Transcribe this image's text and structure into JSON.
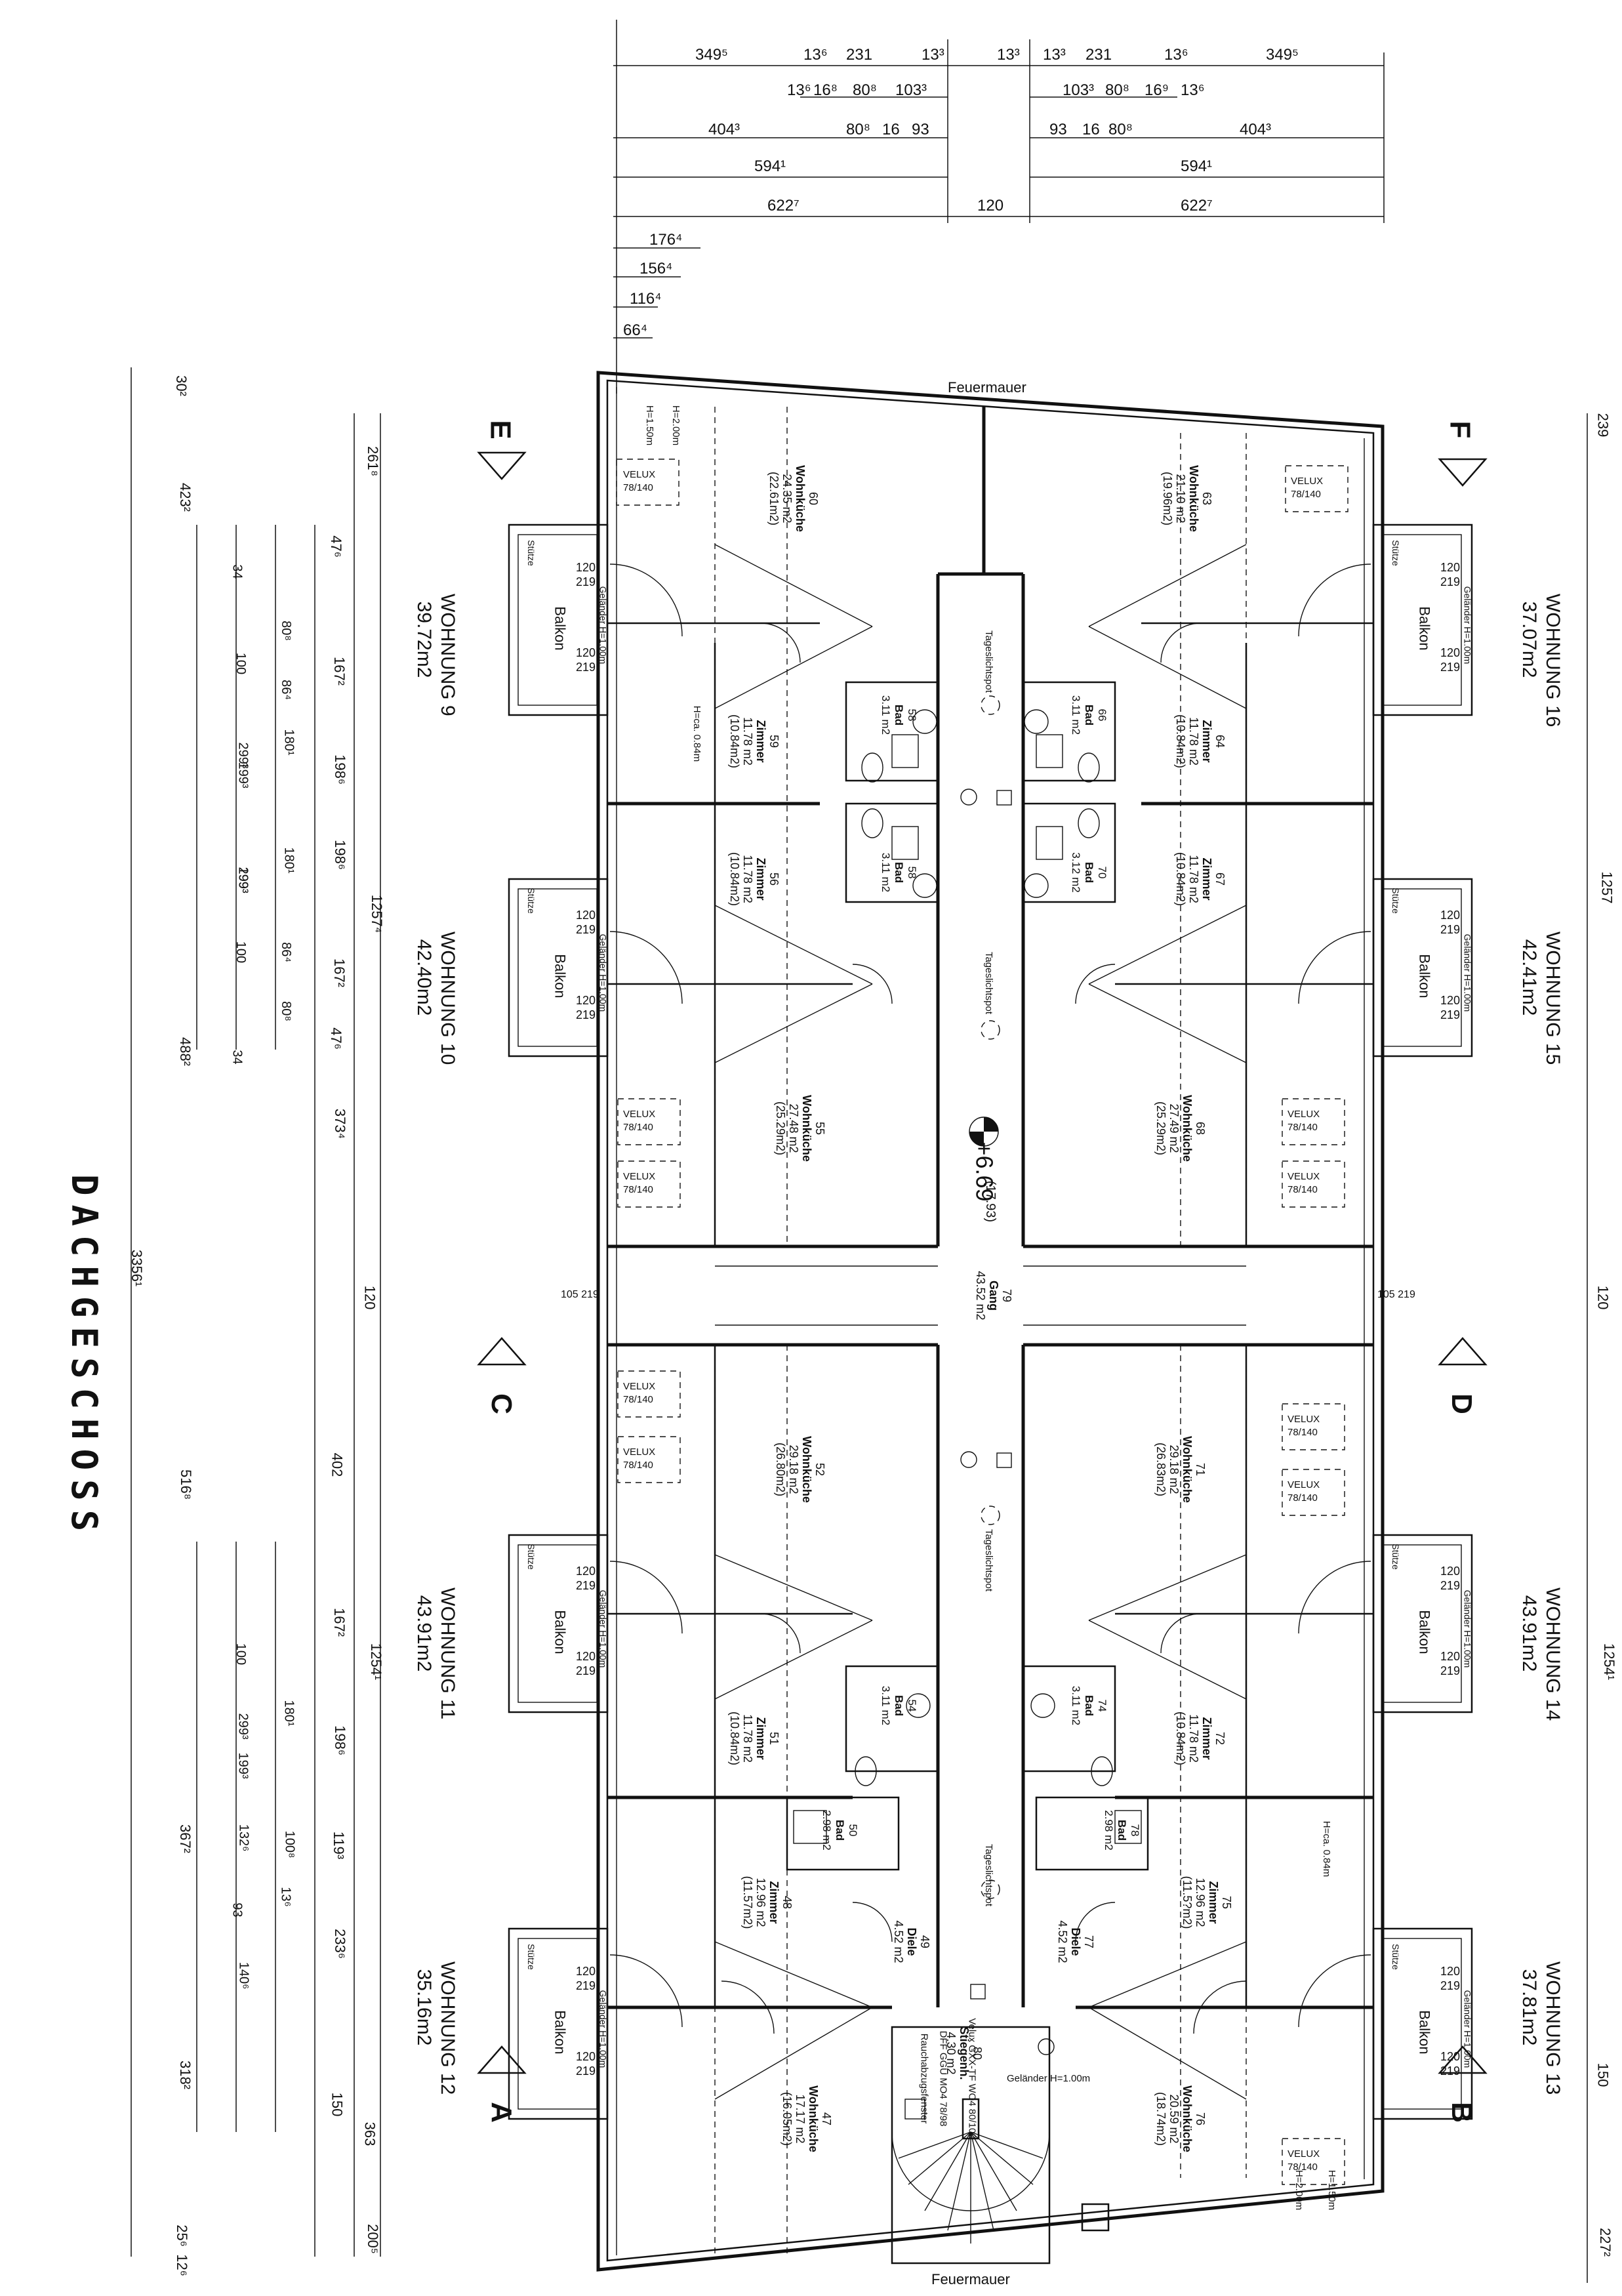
{
  "title": "DACHGESCHOSS",
  "fire_walls": {
    "top": "Feuermauer",
    "bottom": "Feuermauer"
  },
  "section_markers": [
    "E",
    "F",
    "C",
    "D",
    "A",
    "B"
  ],
  "level": {
    "value": "+6.69",
    "note": "(17.93)"
  },
  "apartments": [
    {
      "label": "WOHNUNG 9",
      "area": "39.72m2"
    },
    {
      "label": "WOHNUNG 10",
      "area": "42.40m2"
    },
    {
      "label": "WOHNUNG 11",
      "area": "43.91m2"
    },
    {
      "label": "WOHNUNG 12",
      "area": "35.16m2"
    },
    {
      "label": "WOHNUNG 13",
      "area": "37.81m2"
    },
    {
      "label": "WOHNUNG 14",
      "area": "43.91m2"
    },
    {
      "label": "WOHNUNG 15",
      "area": "42.41m2"
    },
    {
      "label": "WOHNUNG 16",
      "area": "37.07m2"
    }
  ],
  "rooms": {
    "r60": {
      "num": "60",
      "name": "Wohnküche",
      "area": "24.35 m2",
      "net": "(22.61m2)"
    },
    "r63": {
      "num": "63",
      "name": "Wohnküche",
      "area": "21.10 m2",
      "net": "(19.96m2)"
    },
    "r59": {
      "num": "59",
      "name": "Zimmer",
      "area": "11.78 m2",
      "net": "(10.84m2)"
    },
    "r64": {
      "num": "64",
      "name": "Zimmer",
      "area": "11.78 m2",
      "net": "(10.84m2)"
    },
    "r56": {
      "num": "56",
      "name": "Zimmer",
      "area": "11.78 m2",
      "net": "(10.84m2)"
    },
    "r67": {
      "num": "67",
      "name": "Zimmer",
      "area": "11.78 m2",
      "net": "(10.84m2)"
    },
    "r55": {
      "num": "55",
      "name": "Wohnküche",
      "area": "27.48 m2",
      "net": "(25.29m2)"
    },
    "r68": {
      "num": "68",
      "name": "Wohnküche",
      "area": "27.49 m2",
      "net": "(25.29m2)"
    },
    "r79": {
      "num": "79",
      "name": "Gang",
      "area": "43.52 m2"
    },
    "r52": {
      "num": "52",
      "name": "Wohnküche",
      "area": "29.18 m2",
      "net": "(26.80m2)"
    },
    "r71": {
      "num": "71",
      "name": "Wohnküche",
      "area": "29.18 m2",
      "net": "(26.83m2)"
    },
    "r51": {
      "num": "51",
      "name": "Zimmer",
      "area": "11.78 m2",
      "net": "(10.84m2)"
    },
    "r72": {
      "num": "72",
      "name": "Zimmer",
      "area": "11.78 m2",
      "net": "(10.84m2)"
    },
    "r48": {
      "num": "48",
      "name": "Zimmer",
      "area": "12.96 m2",
      "net": "(11.57m2)"
    },
    "r75": {
      "num": "75",
      "name": "Zimmer",
      "area": "12.96 m2",
      "net": "(11.5?m2)"
    },
    "r47": {
      "num": "47",
      "name": "Wohnküche",
      "area": "17.17 m2",
      "net": "(16.05m2)"
    },
    "r76": {
      "num": "76",
      "name": "Wohnküche",
      "area": "20.59 m2",
      "net": "(18.74m2)"
    },
    "r80": {
      "num": "80",
      "name": "Stiegenh.",
      "area": "4.30 m2"
    },
    "r49": {
      "num": "49",
      "name": "Diele",
      "area": "4.52 m2"
    },
    "r77": {
      "num": "77",
      "name": "Diele",
      "area": "4.52 m2"
    },
    "b58": {
      "num": "58",
      "name": "Bad",
      "area": "3.11 m2"
    },
    "b65": {
      "num": "66",
      "name": "Bad",
      "area": "3.11 m2"
    },
    "b57": {
      "num": "58",
      "name": "Bad",
      "area": "3.11 m2"
    },
    "b70": {
      "num": "70",
      "name": "Bad",
      "area": "3.12 m2"
    },
    "b53": {
      "num": "54",
      "name": "Bad",
      "area": "3.11 m2"
    },
    "b74": {
      "num": "74",
      "name": "Bad",
      "area": "3.11 m2"
    },
    "b50": {
      "num": "50",
      "name": "Bad",
      "area": "2.98 m2"
    },
    "b78": {
      "num": "78",
      "name": "Bad",
      "area": "2.98 m2"
    }
  },
  "balcony": {
    "label": "Balkon",
    "railing": "Geländer H=1.00m",
    "support": "Stütze",
    "window_w": "120",
    "window_h": "219"
  },
  "velux": {
    "label": "VELUX",
    "size": "78/140"
  },
  "notes": {
    "velux_smoke": "Velux GXX-TF WO4 80/100",
    "velux_smoke2": "DFF GGU MO4 78/98",
    "smoke_vent": "Rauchabzugsfenster",
    "railing_stair": "Geländer H=1.00m",
    "height_note1": "H=ca. 0.84m",
    "height_note2": "H=1.50m",
    "height_note3": "H=2.00m",
    "skylight": "Tageslichtspot",
    "corridor_door": "105 219"
  },
  "top_dims": {
    "row1": [
      "349⁵",
      "13⁶",
      "231",
      "13³",
      "13³",
      "13³",
      "231",
      "13⁶",
      "349⁵"
    ],
    "row2": [
      "13⁶",
      "16⁸",
      "80⁸",
      "103³",
      "103³",
      "80⁸",
      "16⁹",
      "13⁶"
    ],
    "row3": [
      "404³",
      "80⁸",
      "16",
      "93",
      "93",
      "16",
      "80⁸",
      "404³"
    ],
    "row4": [
      "594¹",
      "594¹"
    ],
    "row5": [
      "622⁷",
      "120",
      "622⁷"
    ],
    "row6": [
      "176⁴",
      "156⁴",
      "116⁴",
      "66⁴"
    ]
  },
  "left_dims": {
    "overall": "3356¹",
    "outer": [
      "30²",
      "423²",
      "488²",
      "516⁸",
      "367²",
      "318²",
      "12⁶",
      "25⁶"
    ],
    "mid": [
      "261⁸",
      "1257⁴",
      "120",
      "1254¹",
      "200⁵",
      "363"
    ],
    "inner": [
      "47⁶",
      "167²",
      "198⁶",
      "198⁶",
      "167²",
      "47⁶",
      "373⁴",
      "402",
      "167²",
      "198⁶",
      "119³",
      "233⁶",
      "150"
    ],
    "window": [
      "80⁸",
      "86⁴",
      "180¹",
      "180¹",
      "86⁴",
      "80⁸",
      "180¹",
      "100⁸",
      "13⁶"
    ],
    "fine": [
      "34",
      "100",
      "299³",
      "199³",
      "299³",
      "199³",
      "100",
      "34",
      "100",
      "299³",
      "199³",
      "132⁶",
      "93",
      "140⁶"
    ]
  },
  "right_dims": [
    "239",
    "1257",
    "120",
    "1254¹",
    "150",
    "227²"
  ]
}
